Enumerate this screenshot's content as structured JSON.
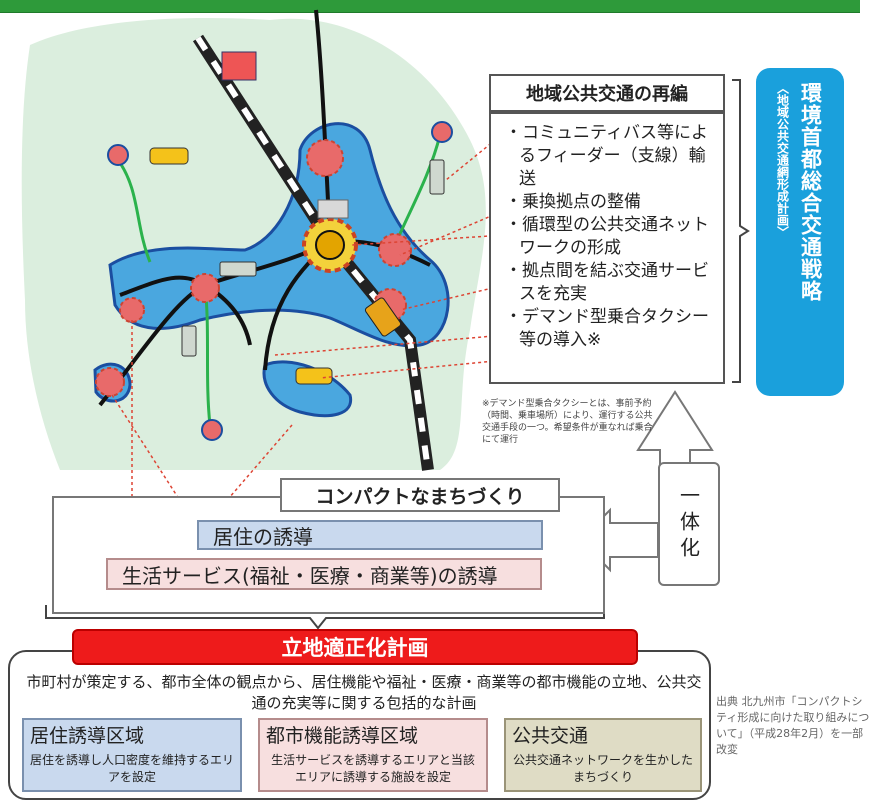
{
  "panel": {
    "title": "地域公共交通の再編",
    "items": [
      "・コミュニティバス等によるフィーダー（支線）輸送",
      "・乗換拠点の整備",
      "・循環型の公共交通ネットワークの形成",
      "・拠点間を結ぶ交通サービスを充実",
      "・デマンド型乗合タクシー等の導入※"
    ],
    "note": "※デマンド型乗合タクシーとは、事前予約（時間、乗車場所）により、運行する公共交通手段の一つ。希望条件が重なれば乗合にて運行"
  },
  "env_strategy": {
    "title": "環境首都総合交通戦略",
    "subtitle": "〈地域公共交通網形成計画〉"
  },
  "compact": {
    "title": "コンパクトなまちづくり",
    "kyoju": "居住の誘導",
    "seikatsu": "生活サービス(福祉・医療・商業等)の誘導"
  },
  "ittaika": "一体化",
  "rittekika": {
    "title": "立地適正化計画",
    "description": "市町村が策定する、都市全体の観点から、居住機能や福祉・医療・商業等の都市機能の立地、公共交通の充実等に関する包括的な計画",
    "cells": [
      {
        "heading": "居住誘導区域",
        "body": "居住を誘導し人口密度を維持するエリアを設定"
      },
      {
        "heading": "都市機能誘導区域",
        "body": "生活サービスを誘導するエリアと当該エリアに誘導する施設を設定"
      },
      {
        "heading": "公共交通",
        "body": "公共交通ネットワークを生かしたまちづくり"
      }
    ]
  },
  "source": "出典 北九州市「コンパクトシティ形成に向けた取り組みについて」（平成28年2月）を一部改変",
  "colors": {
    "top_bar": "#2e9a3a",
    "env_panel": "#1aa0dc",
    "rittekika_title": "#ee1b1b",
    "kyoju_fill": "#c9d9ee",
    "seikatsu_fill": "#f7dfdf",
    "koukyo_fill": "#dfdcc5"
  }
}
